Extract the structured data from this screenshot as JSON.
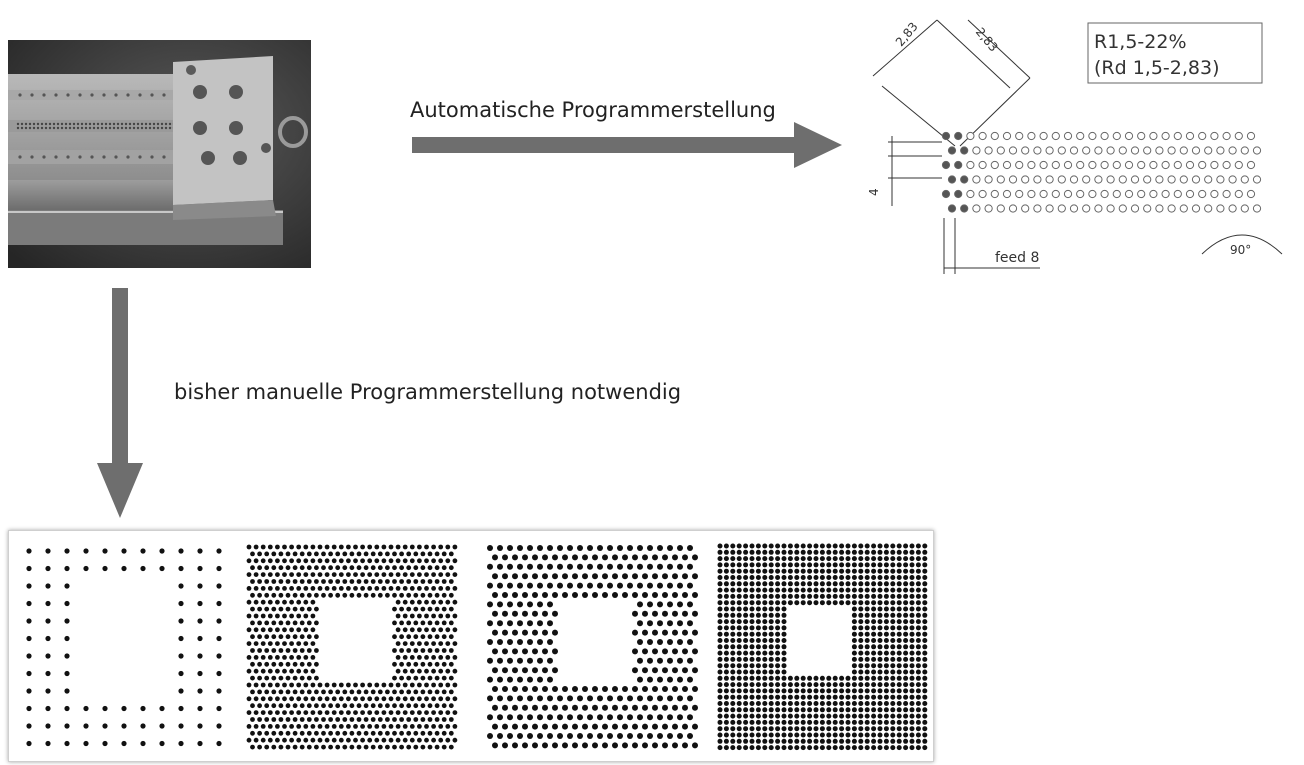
{
  "labels": {
    "automatic": "Automatische Programmerstellung",
    "manual": "bisher manuelle Programmerstellung notwendig"
  },
  "drawing": {
    "spec_line1": "R1,5-22%",
    "spec_line2": "(Rd 1,5-2,83)",
    "dim_a": "2,83",
    "dim_b": "2,83",
    "dim_c": "4",
    "feed": "feed 8",
    "angle": "90°"
  },
  "patterns": [
    {
      "name": "square-grid",
      "type": "square"
    },
    {
      "name": "dense-staggered",
      "type": "dense-staggered"
    },
    {
      "name": "diagonal-staggered",
      "type": "diagonal"
    },
    {
      "name": "dense-square",
      "type": "dense-square"
    }
  ],
  "colors": {
    "arrow": "#6e6e6e",
    "hole": "#111111",
    "photo_bg": "#3a3a3a"
  }
}
